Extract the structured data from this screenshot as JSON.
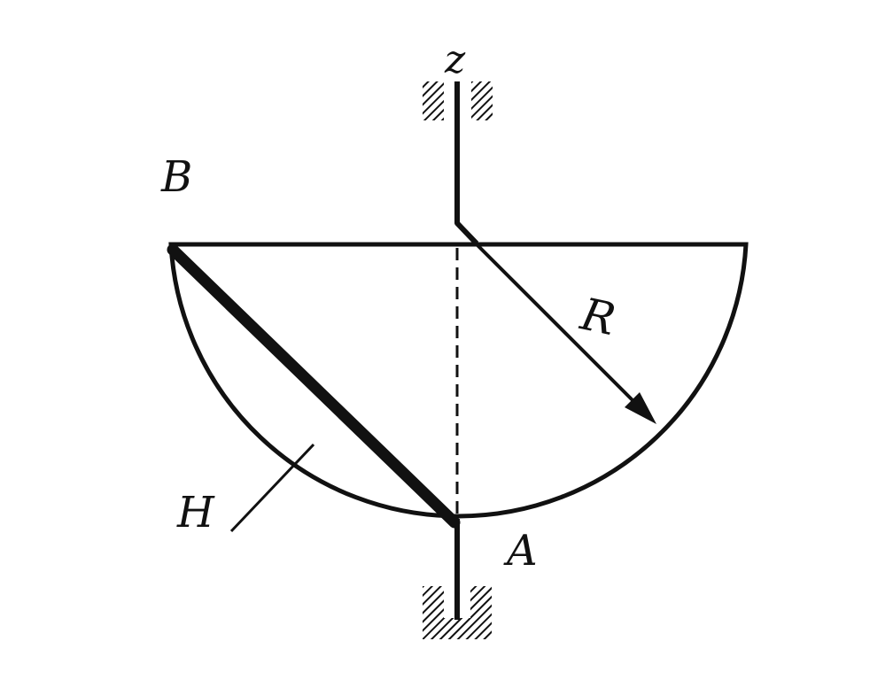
{
  "diagram": {
    "labels": {
      "axis": "z",
      "point_b": "B",
      "point_a": "A",
      "radius": "R",
      "tube": "H"
    },
    "colors": {
      "ink": "#111111",
      "background": "#ffffff"
    }
  }
}
